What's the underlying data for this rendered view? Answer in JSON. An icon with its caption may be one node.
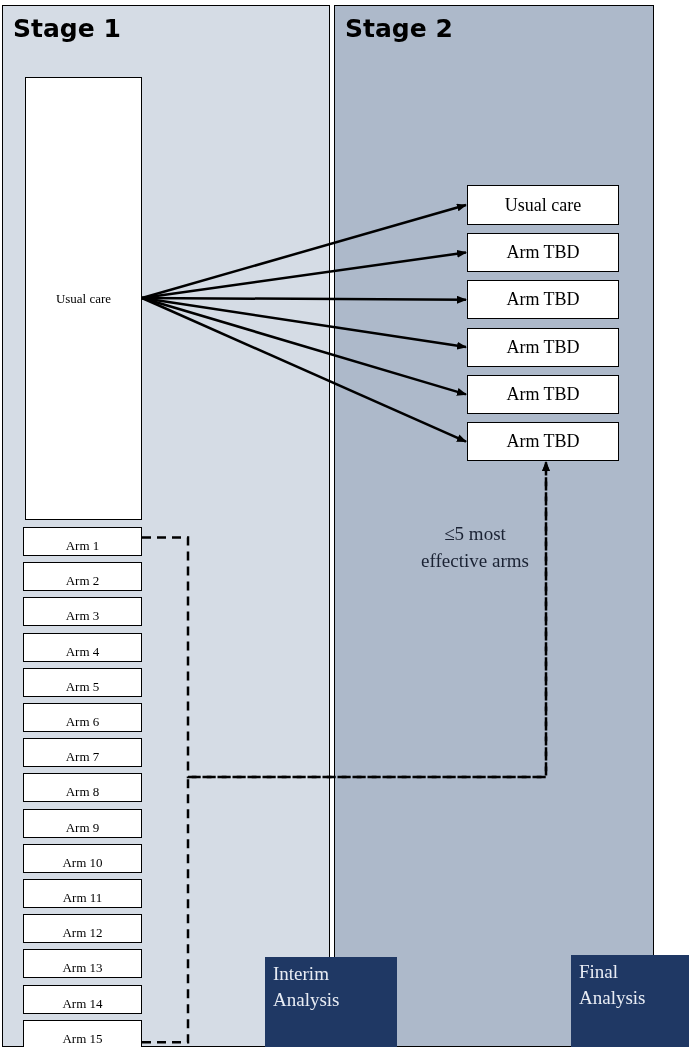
{
  "diagram": {
    "nodes": [
      {
        "text": [
          "Stage 1"
        ]
      },
      {
        "text": [
          "Stage 2"
        ]
      },
      {
        "text": [
          "Usual care"
        ],
        "in": 0
      },
      {
        "text": [
          "Arm 1"
        ],
        "in": 0
      },
      {
        "text": [
          "Arm 2"
        ],
        "in": 0
      },
      {
        "text": [
          "Arm 3"
        ],
        "in": 0
      },
      {
        "text": [
          "Arm 4"
        ],
        "in": 0
      },
      {
        "text": [
          "Arm 5"
        ],
        "in": 0
      },
      {
        "text": [
          "Arm 6"
        ],
        "in": 0
      },
      {
        "text": [
          "Arm 7"
        ],
        "in": 0
      },
      {
        "text": [
          "Arm 8"
        ],
        "in": 0
      },
      {
        "text": [
          "Arm 9"
        ],
        "in": 0
      },
      {
        "text": [
          "Arm 10"
        ],
        "in": 0
      },
      {
        "text": [
          "Arm 11"
        ],
        "in": 0
      },
      {
        "text": [
          "Arm 12"
        ],
        "in": 0
      },
      {
        "text": [
          "Arm 13"
        ],
        "in": 0
      },
      {
        "text": [
          "Arm 14"
        ],
        "in": 0
      },
      {
        "text": [
          "Arm 15"
        ],
        "in": 0
      },
      {
        "text": [
          "Usual care"
        ],
        "in": 1
      },
      {
        "text": [
          "Arm TBD"
        ],
        "in": 1
      },
      {
        "text": [
          "Arm TBD"
        ],
        "in": 1
      },
      {
        "text": [
          "Arm TBD"
        ],
        "in": 1
      },
      {
        "text": [
          "Arm TBD"
        ],
        "in": 1
      },
      {
        "text": [
          "Arm TBD"
        ],
        "in": 1
      },
      {
        "text": [
          "Interim Analysis"
        ]
      },
      {
        "text": [
          "Final Analysis"
        ]
      }
    ],
    "edges": [
      {
        "from": 2,
        "to": 18,
        "arrow": "to"
      },
      {
        "from": 2,
        "to": 19,
        "arrow": "to"
      },
      {
        "from": 2,
        "to": 20,
        "arrow": "to"
      },
      {
        "from": 2,
        "to": 21,
        "arrow": "to"
      },
      {
        "from": 2,
        "to": 22,
        "arrow": "to"
      },
      {
        "from": 2,
        "to": 23,
        "arrow": "to"
      },
      {
        "from": 3,
        "to": 23,
        "arrow": "to",
        "style": "dashed"
      },
      {
        "from": 17,
        "to": 23,
        "arrow": "to",
        "style": "dashed"
      }
    ],
    "labels": [
      "≤5 most effective arms"
    ]
  }
}
